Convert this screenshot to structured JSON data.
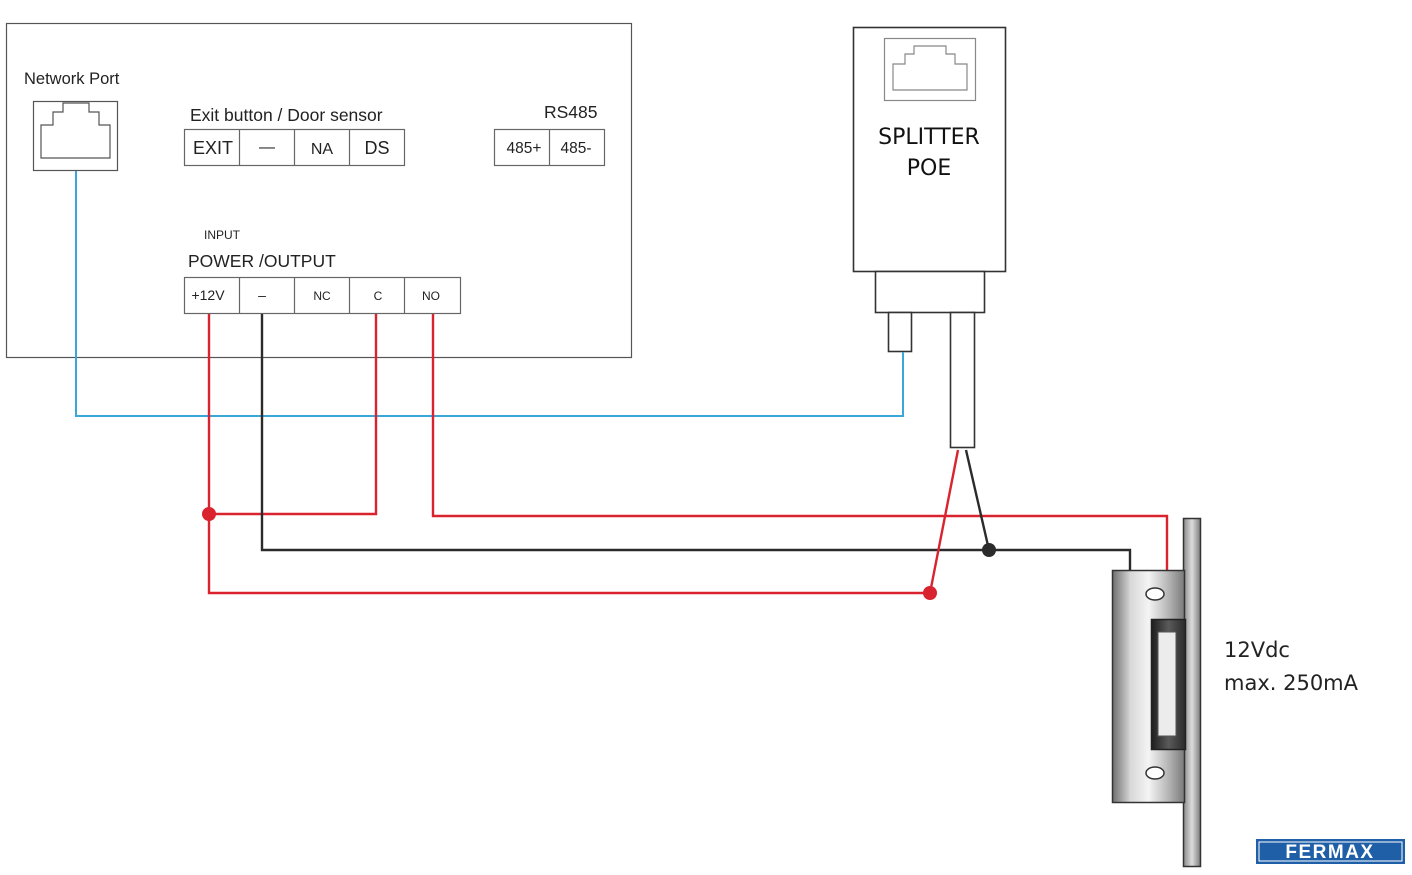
{
  "controller": {
    "network_port_label": "Network Port",
    "exit_group_label": "Exit button / Door sensor",
    "exit_terminals": [
      "EXIT",
      "—",
      "NA",
      "DS"
    ],
    "rs485_label": "RS485",
    "rs485_terminals": [
      "485+",
      "485-"
    ],
    "input_label": "INPUT",
    "power_group_label": "POWER /OUTPUT",
    "power_terminals": [
      "+12V",
      "–",
      "NC",
      "C",
      "NO"
    ]
  },
  "splitter": {
    "line1": "SPLITTER",
    "line2": "POE"
  },
  "lock": {
    "spec_line1": "12Vdc",
    "spec_line2": "max. 250mA"
  },
  "brand": {
    "logo_text": "FERMAX",
    "logo_color": "#1f5fa8"
  },
  "wire_colors": {
    "network": "#3aa7d8",
    "positive": "#d9232e",
    "negative": "#2b2b2b"
  }
}
